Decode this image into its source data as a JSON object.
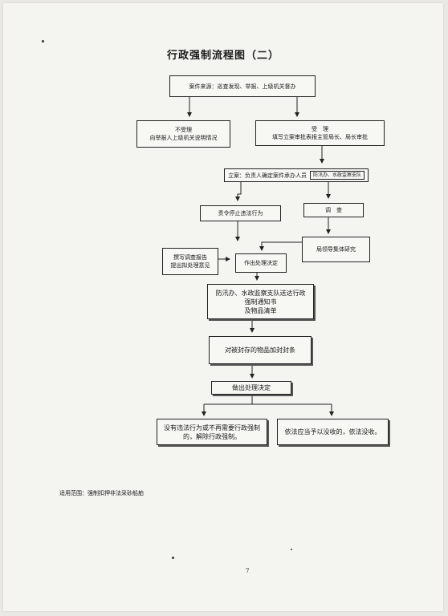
{
  "title": "行政强制流程图（二）",
  "nodes": {
    "source": "案件来源：巡查发现、举报、上级机关督办",
    "reject_title": "不受理",
    "reject_body": "向举报人上级机关说明情况",
    "accept_title": "受　理",
    "accept_body": "填写立案审批表报主管局长、局长审批",
    "filing": "立案：负责人确定案件承办人员",
    "filing_tag": "防汛办、水政监察支队",
    "order_stop": "责令停止违法行为",
    "investigate": "调　查",
    "collective_review": "局领导集体研究",
    "report_1": "撰写调查报告",
    "report_2": "提出拟处理意见",
    "decision": "作出处理决定",
    "notice_1": "防汛办、水政监察支队送达行政",
    "notice_2": "强制通知书",
    "notice_3": "及物品清单",
    "seal": "对被封存的物品加封封条",
    "make_decision": "做出处理决定",
    "release_1": "没有违法行为或不再需要行政强制",
    "release_2": "的，解除行政强制。",
    "confiscate": "依法应当予以没收的，依法没收。"
  },
  "footer": {
    "scope": "适用范围：强制扣押非法采砂船舶",
    "page_number": "7"
  },
  "colors": {
    "paper": "#f4f4f1",
    "line": "#222222"
  }
}
